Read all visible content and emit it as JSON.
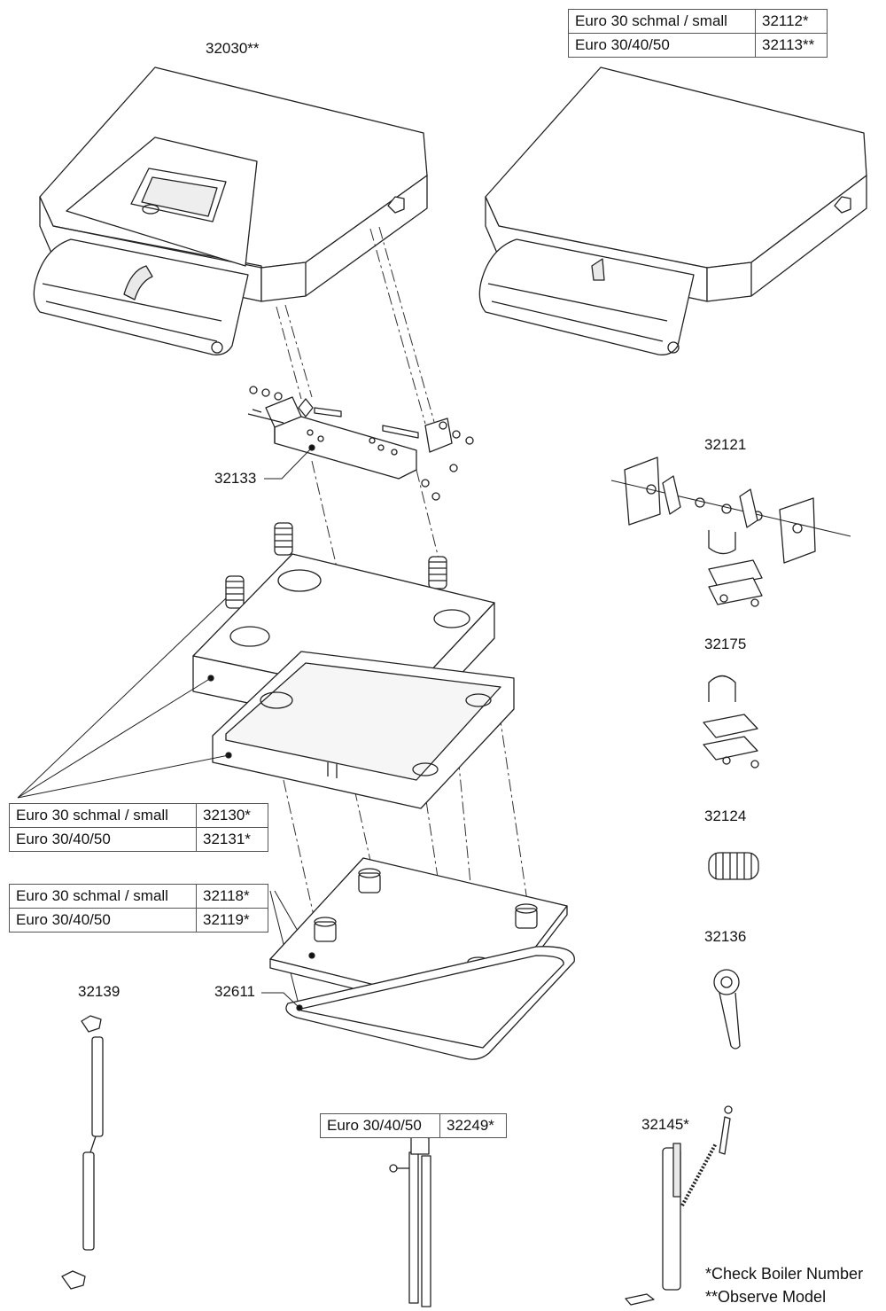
{
  "labels": {
    "cover_with_window": "32030**",
    "bracket_assembly": "32133",
    "hinge_kit": "32121",
    "u_bolt_kit": "32175",
    "spring": "32124",
    "rod_end": "32136",
    "base_frame": "32611",
    "gas_strut": "32139",
    "handle_rod": "32145*"
  },
  "tables": {
    "cover": [
      {
        "model": "Euro 30 schmal / small",
        "part": "32112*"
      },
      {
        "model": "Euro 30/40/50",
        "part": "32113**"
      }
    ],
    "insulation": [
      {
        "model": "Euro 30 schmal / small",
        "part": "32130*"
      },
      {
        "model": "Euro 30/40/50",
        "part": "32131*"
      }
    ],
    "bottom_plate": [
      {
        "model": "Euro 30 schmal / small",
        "part": "32118*"
      },
      {
        "model": "Euro 30/40/50",
        "part": "32119*"
      }
    ],
    "rail": [
      {
        "model": "Euro 30/40/50",
        "part": "32249*"
      }
    ]
  },
  "notes": {
    "line1": "*Check Boiler Number",
    "line2": "**Observe Model"
  },
  "colors": {
    "line": "#222222",
    "fill": "#ffffff",
    "shade": "#e9e9e9"
  }
}
